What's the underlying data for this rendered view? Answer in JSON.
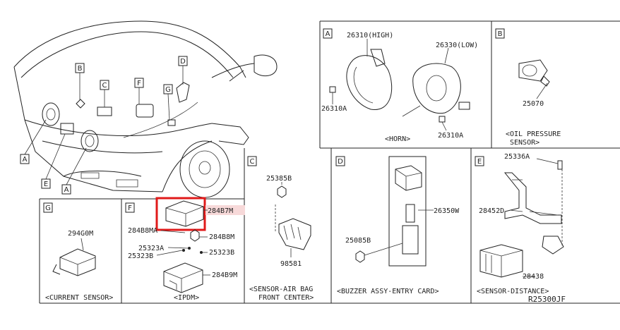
{
  "diagram_code": "R25300JF",
  "highlight_color": "#e01a1a",
  "main_view": {
    "callouts": [
      "B",
      "C",
      "F",
      "G",
      "D",
      "A",
      "E",
      "A"
    ]
  },
  "panel_A": {
    "letter": "A",
    "parts": [
      "26310(HIGH)",
      "26330(LOW)",
      "26310A",
      "26310A"
    ],
    "caption": "<HORN>"
  },
  "panel_B": {
    "letter": "B",
    "parts": [
      "25070"
    ],
    "caption_line1": "<OIL PRESSURE",
    "caption_line2": "SENSOR>"
  },
  "panel_G": {
    "letter": "G",
    "parts": [
      "294G0M"
    ],
    "caption": "<CURRENT SENSOR>"
  },
  "panel_F": {
    "letter": "F",
    "parts": [
      "284B7M",
      "284B8MA",
      "284B8M",
      "25323A",
      "25323B",
      "25323B",
      "284B9M"
    ],
    "caption": "<IPDM>"
  },
  "panel_C": {
    "letter": "C",
    "parts": [
      "25385B",
      "98581"
    ],
    "caption_line1": "<SENSOR-AIR BAG",
    "caption_line2": "FRONT CENTER>"
  },
  "panel_D": {
    "letter": "D",
    "parts": [
      "26350W",
      "25085B"
    ],
    "caption": "<BUZZER ASSY-ENTRY CARD>"
  },
  "panel_E": {
    "letter": "E",
    "parts": [
      "25336A",
      "28452D",
      "28438"
    ],
    "caption": "<SENSOR-DISTANCE>"
  }
}
